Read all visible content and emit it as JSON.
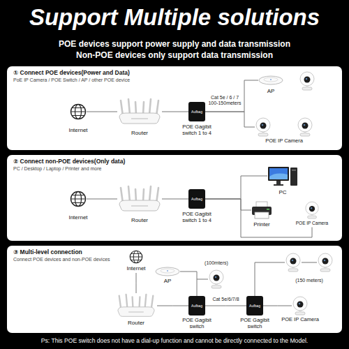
{
  "diagram": {
    "title": "Support Multiple solutions",
    "caption": "Ps: This POE switch does not have a dial-up function and cannot be directly connected to the Model.",
    "nodes": [
      {
        "text": [
          "① Connect POE devices(Power and Data)",
          "PoE IP Camera / POE Switch / AP / other POE device"
        ]
      },
      {
        "text": [
          "Internet"
        ],
        "in": 0
      },
      {
        "text": [
          "Router"
        ],
        "in": 0
      },
      {
        "text": [
          "Aufbag",
          "POE Gagibit switch 1 to 4"
        ],
        "in": 0
      },
      {
        "text": [
          "AP"
        ],
        "in": 0
      },
      {
        "text": [
          "POE IP Camera"
        ],
        "in": 0
      },
      {
        "text": [
          "② Connect non-POE devices(Only data)",
          "PC / Desktop / Laptop / Printer and more"
        ]
      },
      {
        "text": [
          "Internet"
        ],
        "in": 6
      },
      {
        "text": [
          "Router"
        ],
        "in": 6
      },
      {
        "text": [
          "Aufbag",
          "POE Gagibit switch 1 to 4"
        ],
        "in": 6
      },
      {
        "text": [
          "PC"
        ],
        "in": 6
      },
      {
        "text": [
          "Printer"
        ],
        "in": 6
      },
      {
        "text": [
          "POE IP Camera"
        ],
        "in": 6
      },
      {
        "text": [
          "③ Multi-level connection",
          "Connect POE devices and non-POE devices"
        ]
      },
      {
        "text": [
          "Internet"
        ],
        "in": 13
      },
      {
        "text": [
          "AP"
        ],
        "in": 13
      },
      {
        "text": [
          "Router"
        ],
        "in": 13
      },
      {
        "text": [
          "Aufbag",
          "POE Gagibit switch"
        ],
        "in": 13
      },
      {
        "text": [
          "Aufbag",
          "POE Gagibit switch"
        ],
        "in": 13
      },
      {
        "text": [
          "POE IP Camera"
        ],
        "in": 13
      }
    ],
    "edges": [
      {
        "from": 1,
        "to": 2,
        "arrow": "none"
      },
      {
        "from": 2,
        "to": 3,
        "arrow": "none"
      },
      {
        "from": 3,
        "to": 4,
        "arrow": "none"
      },
      {
        "from": 3,
        "to": 5,
        "arrow": "none"
      },
      {
        "from": 7,
        "to": 8,
        "arrow": "none"
      },
      {
        "from": 8,
        "to": 9,
        "arrow": "none"
      },
      {
        "from": 9,
        "to": 10,
        "arrow": "none"
      },
      {
        "from": 9,
        "to": 11,
        "arrow": "none"
      },
      {
        "from": 9,
        "to": 12,
        "arrow": "none"
      },
      {
        "from": 14,
        "to": 16,
        "arrow": "none"
      },
      {
        "from": 16,
        "to": 17,
        "arrow": "none"
      },
      {
        "from": 17,
        "to": 15,
        "arrow": "none"
      },
      {
        "from": 17,
        "to": 18,
        "label": "Cat 5e/6/7/8",
        "arrow": "none"
      },
      {
        "from": 18,
        "to": 19,
        "arrow": "none"
      }
    ],
    "labels": [
      "POE devices support power supply and data transmission",
      "Non-POE devices only support data transmission",
      "Cat 5e / 6 / 7 100-150meters",
      "(100mters)",
      "(150 meters)"
    ]
  }
}
